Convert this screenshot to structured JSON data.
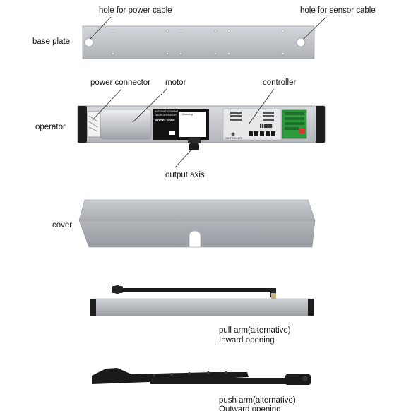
{
  "labels": {
    "hole_power_cable": "hole for power cable",
    "hole_sensor_cable": "hole for sensor cable",
    "base_plate": "base plate",
    "power_connector": "power connector",
    "motor": "motor",
    "controller": "controller",
    "operator": "operator",
    "output_axis": "output axis",
    "cover": "cover",
    "pull_arm_line1": "pull arm(alternative)",
    "pull_arm_line2": "Inward opening",
    "push_arm_line1": "push arm(alternative)",
    "push_arm_line2": "Outward opening"
  },
  "device_panel": {
    "title_line1": "AUTOMATIC SWING",
    "title_line2": "DOOR OPERATOR",
    "model": "MODEL:100N",
    "warning": "Warning",
    "brand": "CONTROLLER"
  },
  "colors": {
    "aluminium": "#b9bcc1",
    "label_panel": "#111111",
    "terminal_green": "#2e9b3c",
    "arm_black": "#1a1a1a"
  }
}
